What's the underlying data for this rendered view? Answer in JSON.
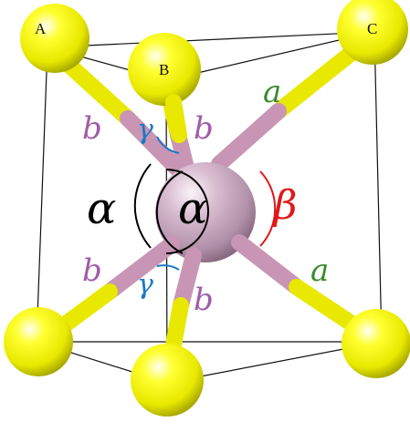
{
  "atoms": {
    "corner_labels": {
      "a": "A",
      "b": "B",
      "c": "C"
    }
  },
  "bonds": {
    "long_label": "a",
    "short_label": "b"
  },
  "angles": {
    "alpha": "α",
    "beta": "β",
    "gamma": "γ"
  },
  "colors": {
    "corner_atom": "#ffff00",
    "central_atom": "#c8a8c0",
    "bond_yellow": "#f0f000",
    "bond_pink": "#c896b4",
    "label_a": "#3a8a2a",
    "label_b": "#a05ca8",
    "label_alpha": "#000000",
    "label_beta": "#e01818",
    "label_gamma": "#1a78c8",
    "cell_edges": "#111111"
  }
}
